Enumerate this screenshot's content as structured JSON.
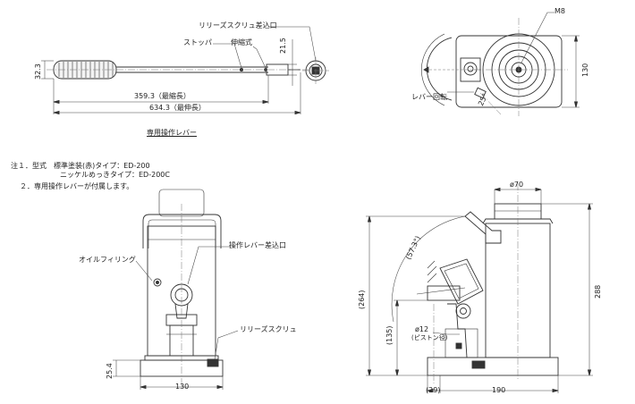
{
  "lever": {
    "release_screw_port": "リリーズスクリュ差込口",
    "stopper": "ストッパ",
    "telescopic": "伸縮式",
    "dim_diameter": "32.3",
    "dim_215": "21.5",
    "dim_shortest": "359.3（最縮長）",
    "dim_longest": "634.3（最伸長）",
    "caption": "専用操作レバー"
  },
  "top_view": {
    "thread": "M8",
    "dim_130": "130",
    "lever_rotation": "レバー回転",
    "angle": "25°"
  },
  "notes": {
    "line1": "注１．型式　標準塗装(赤)タイプ：ED-200",
    "line2": "ニッケルめっきタイプ：ED-200C",
    "line3": "２．専用操作レバーが付属します。"
  },
  "front_view": {
    "oil_filling": "オイルフィリング",
    "lever_port": "操作レバー差込口",
    "release_screw": "リリーズスクリュ",
    "dim_254": "25.4",
    "dim_130": "130"
  },
  "side_view": {
    "dia_70": "ø70",
    "angle": "(57.3°)",
    "dim_264": "(264)",
    "dim_288": "288",
    "dim_135": "(135)",
    "piston_dia": "ø12",
    "piston_note": "(ピストン径)",
    "dim_29": "(29)",
    "dim_190": "190"
  }
}
